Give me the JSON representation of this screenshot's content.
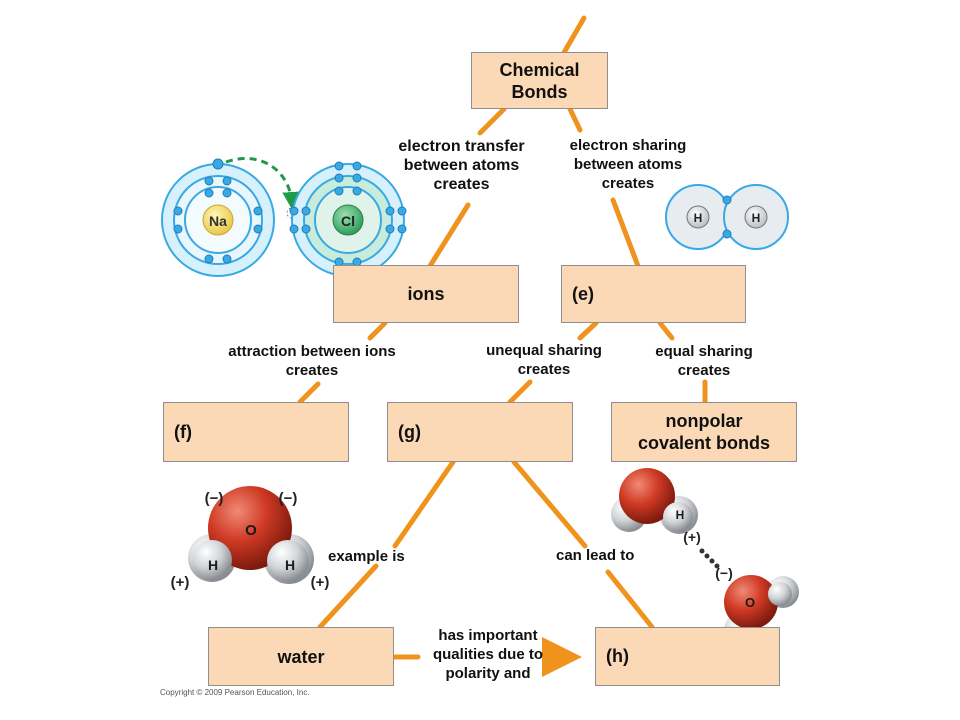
{
  "boxes": {
    "chemical_bonds": "Chemical Bonds",
    "ions": "ions",
    "e": "(e)",
    "f": "(f)",
    "g": "(g)",
    "nonpolar": "nonpolar covalent bonds",
    "water": "water",
    "h": "(h)"
  },
  "links": {
    "electron_transfer": "electron transfer between atoms creates",
    "electron_sharing": "electron sharing between atoms creates",
    "attraction": "attraction between ions creates",
    "unequal": "unequal sharing creates",
    "equal": "equal sharing creates",
    "example": "example is",
    "lead": "can lead to",
    "important": "has important qualities due to polarity and"
  },
  "atoms": {
    "na": "Na",
    "cl": "Cl",
    "h": "H",
    "o": "O"
  },
  "charges": {
    "neg": "(−)",
    "pos": "(+)"
  },
  "copyright": "Copyright © 2009 Pearson Education, Inc.",
  "colors": {
    "connector": "#f0931c",
    "box_fill": "#fbd9b6",
    "electron": "#39a9e6",
    "oxygen": "#c7321d",
    "hydrogen": "#d4d6d8",
    "arrow_green": "#1e9a48"
  }
}
